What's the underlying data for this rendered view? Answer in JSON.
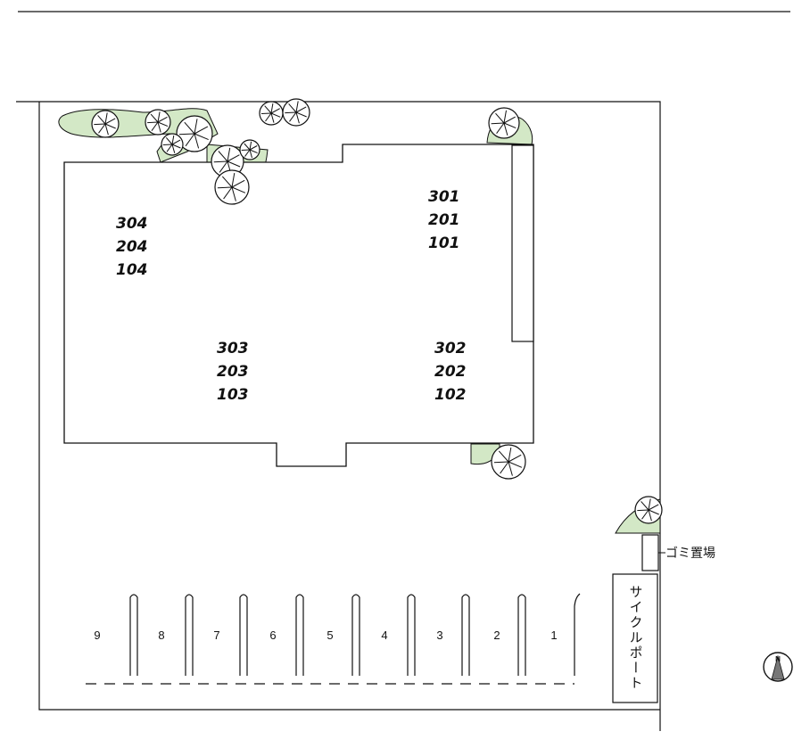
{
  "units": {
    "west": [
      "304",
      "204",
      "104"
    ],
    "southwest": [
      "303",
      "203",
      "103"
    ],
    "northeast": [
      "301",
      "201",
      "101"
    ],
    "southeast": [
      "302",
      "202",
      "102"
    ]
  },
  "parking": {
    "space_numbers": [
      "9",
      "8",
      "7",
      "6",
      "5",
      "4",
      "3",
      "2",
      "1"
    ]
  },
  "garbage_label": "ゴミ置場",
  "cycleport_label": "サイクルポート",
  "compass_letter": "N",
  "colors": {
    "greenery": "#d3e8c6",
    "line": "#111111"
  }
}
